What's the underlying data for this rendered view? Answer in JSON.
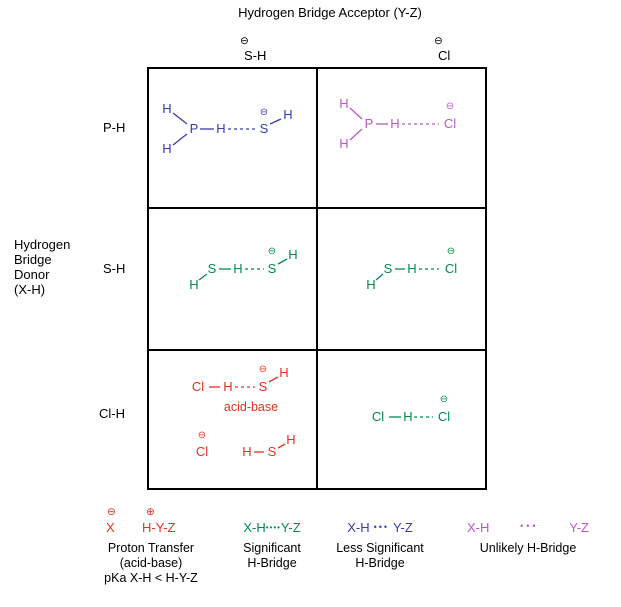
{
  "title": "Hydrogen Bridge Acceptor (Y-Z)",
  "donor_axis": {
    "lines": [
      "Hydrogen",
      "Bridge",
      "Donor",
      "(X-H)"
    ]
  },
  "columns": [
    {
      "charge": "⊖",
      "label": "S-H"
    },
    {
      "charge": "⊖",
      "label": "Cl"
    }
  ],
  "rows": [
    "P-H",
    "S-H",
    "Cl-H"
  ],
  "colors": {
    "black": "#000000",
    "blue": "#3a3ab0",
    "green": "#008a4c",
    "red": "#e63020",
    "purple": "#b75ac4"
  },
  "cells": {
    "ph_sh": {
      "h1": "H",
      "h2": "H",
      "p": "P",
      "h3": "H",
      "charge": "⊖",
      "s": "S",
      "h4": "H"
    },
    "ph_cl": {
      "h1": "H",
      "h2": "H",
      "p": "P",
      "h3": "H",
      "charge": "⊖",
      "cl": "Cl"
    },
    "sh_sh": {
      "h1": "H",
      "s1": "S",
      "h2": "H",
      "charge": "⊖",
      "s2": "S",
      "h3": "H"
    },
    "sh_cl": {
      "h1": "H",
      "s": "S",
      "h2": "H",
      "charge": "⊖",
      "cl": "Cl"
    },
    "clh_sh": {
      "top": {
        "cl": "Cl",
        "h": "H",
        "charge": "⊖",
        "s": "S",
        "h2": "H"
      },
      "caption": "acid-base",
      "bottom": {
        "charge": "⊖",
        "cl": "Cl",
        "h1": "H",
        "s": "S",
        "h2": "H"
      }
    },
    "clh_cl": {
      "cl1": "Cl",
      "h": "H",
      "charge": "⊖",
      "cl2": "Cl"
    }
  },
  "legend": {
    "proton_transfer": {
      "x_charge": "⊖",
      "x": "X",
      "hyz_charge": "⊕",
      "hyz": "H-Y-Z",
      "lines": [
        "Proton Transfer",
        "(acid-base)",
        "pKa X-H < H-Y-Z"
      ]
    },
    "significant": {
      "left": "X-H",
      "dots": "••••",
      "right": "Y-Z",
      "lines": [
        "Significant",
        "H-Bridge"
      ]
    },
    "less_significant": {
      "left": "X-H",
      "dots": "•••",
      "right": "Y-Z",
      "lines": [
        "Less Significant",
        "H-Bridge"
      ]
    },
    "unlikely": {
      "left": "X-H",
      "dots": "•••",
      "right": "Y-Z",
      "lines": [
        "Unlikely H-Bridge"
      ]
    }
  }
}
